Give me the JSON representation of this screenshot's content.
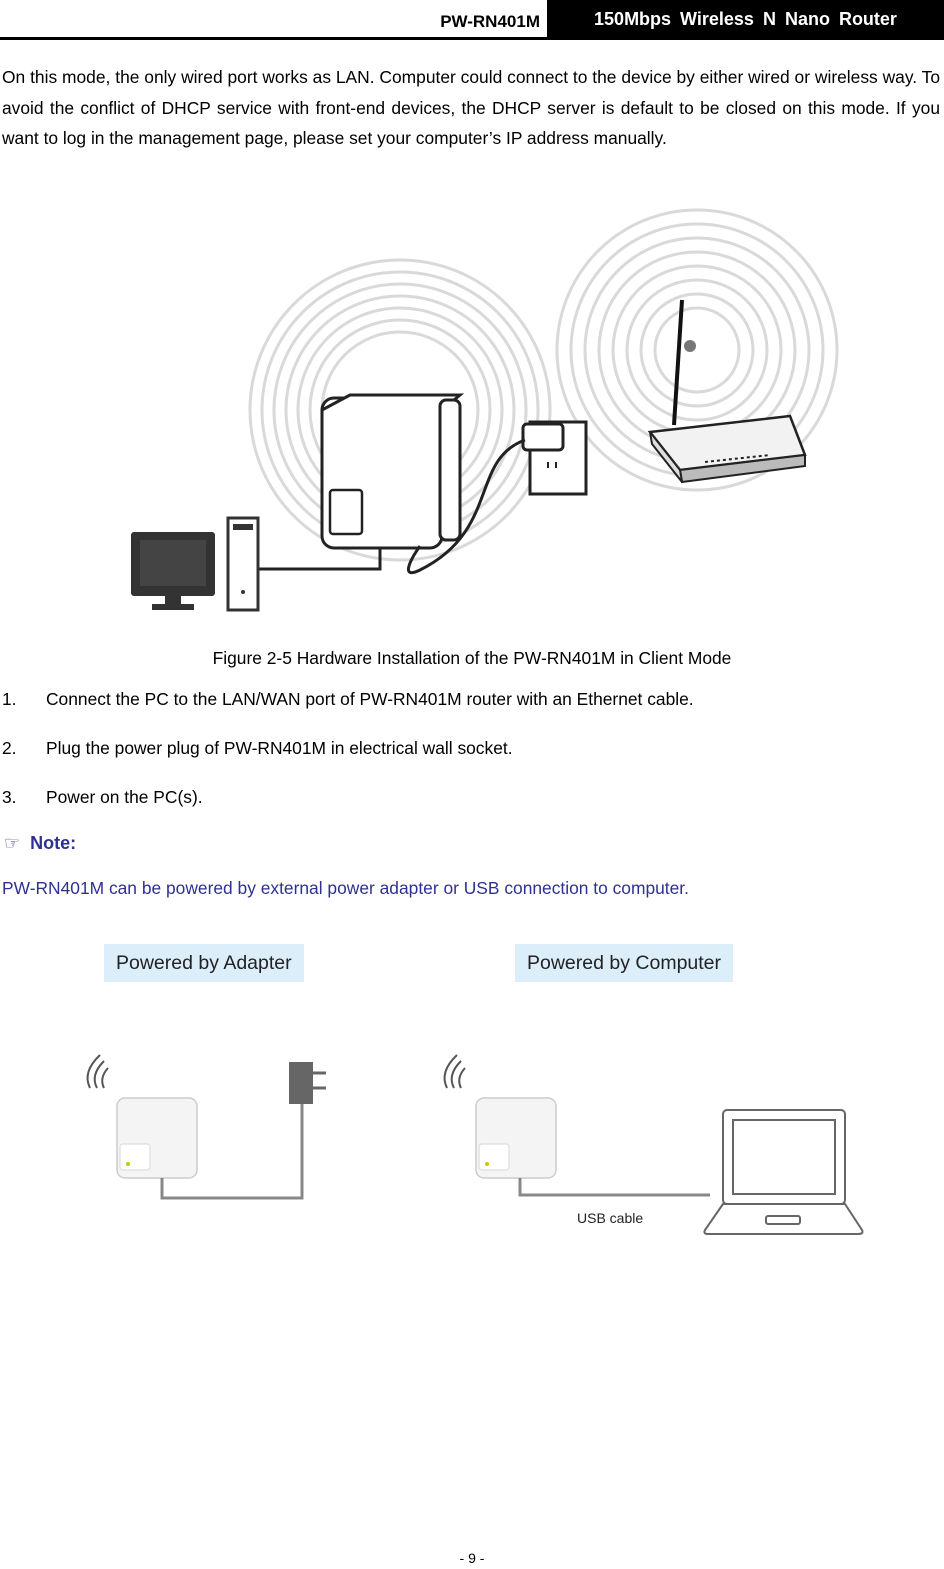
{
  "header": {
    "model": "PW-RN401M",
    "title": "150Mbps Wireless N Nano Router"
  },
  "intro_paragraph": "On this mode, the only wired port works as LAN. Computer could connect to the device by either wired or wireless way. To avoid the conflict of DHCP service with front-end devices, the DHCP server is default to be closed on this mode. If you want to log in the management page, please set your computer’s IP address manually.",
  "figure": {
    "caption": "Figure 2-5 Hardware Installation of the PW-RN401M in Client Mode"
  },
  "steps": [
    {
      "num": "1.",
      "text": "Connect the PC to the LAN/WAN port of PW-RN401M router with an Ethernet cable."
    },
    {
      "num": "2.",
      "text": "Plug the power plug of PW-RN401M in electrical wall socket."
    },
    {
      "num": "3.",
      "text": "Power on the PC(s)."
    }
  ],
  "note": {
    "icon": "pointing-hand-icon",
    "label": "Note:",
    "text": "PW-RN401M can be powered by external power adapter or USB connection to computer."
  },
  "power_figure": {
    "adapter_label": "Powered by Adapter",
    "computer_label": "Powered by Computer",
    "usb_label": "USB cable"
  },
  "footer": {
    "page": "- 9 -"
  },
  "colors": {
    "note_blue": "#2e3192",
    "label_bg": "#ddeefb"
  }
}
